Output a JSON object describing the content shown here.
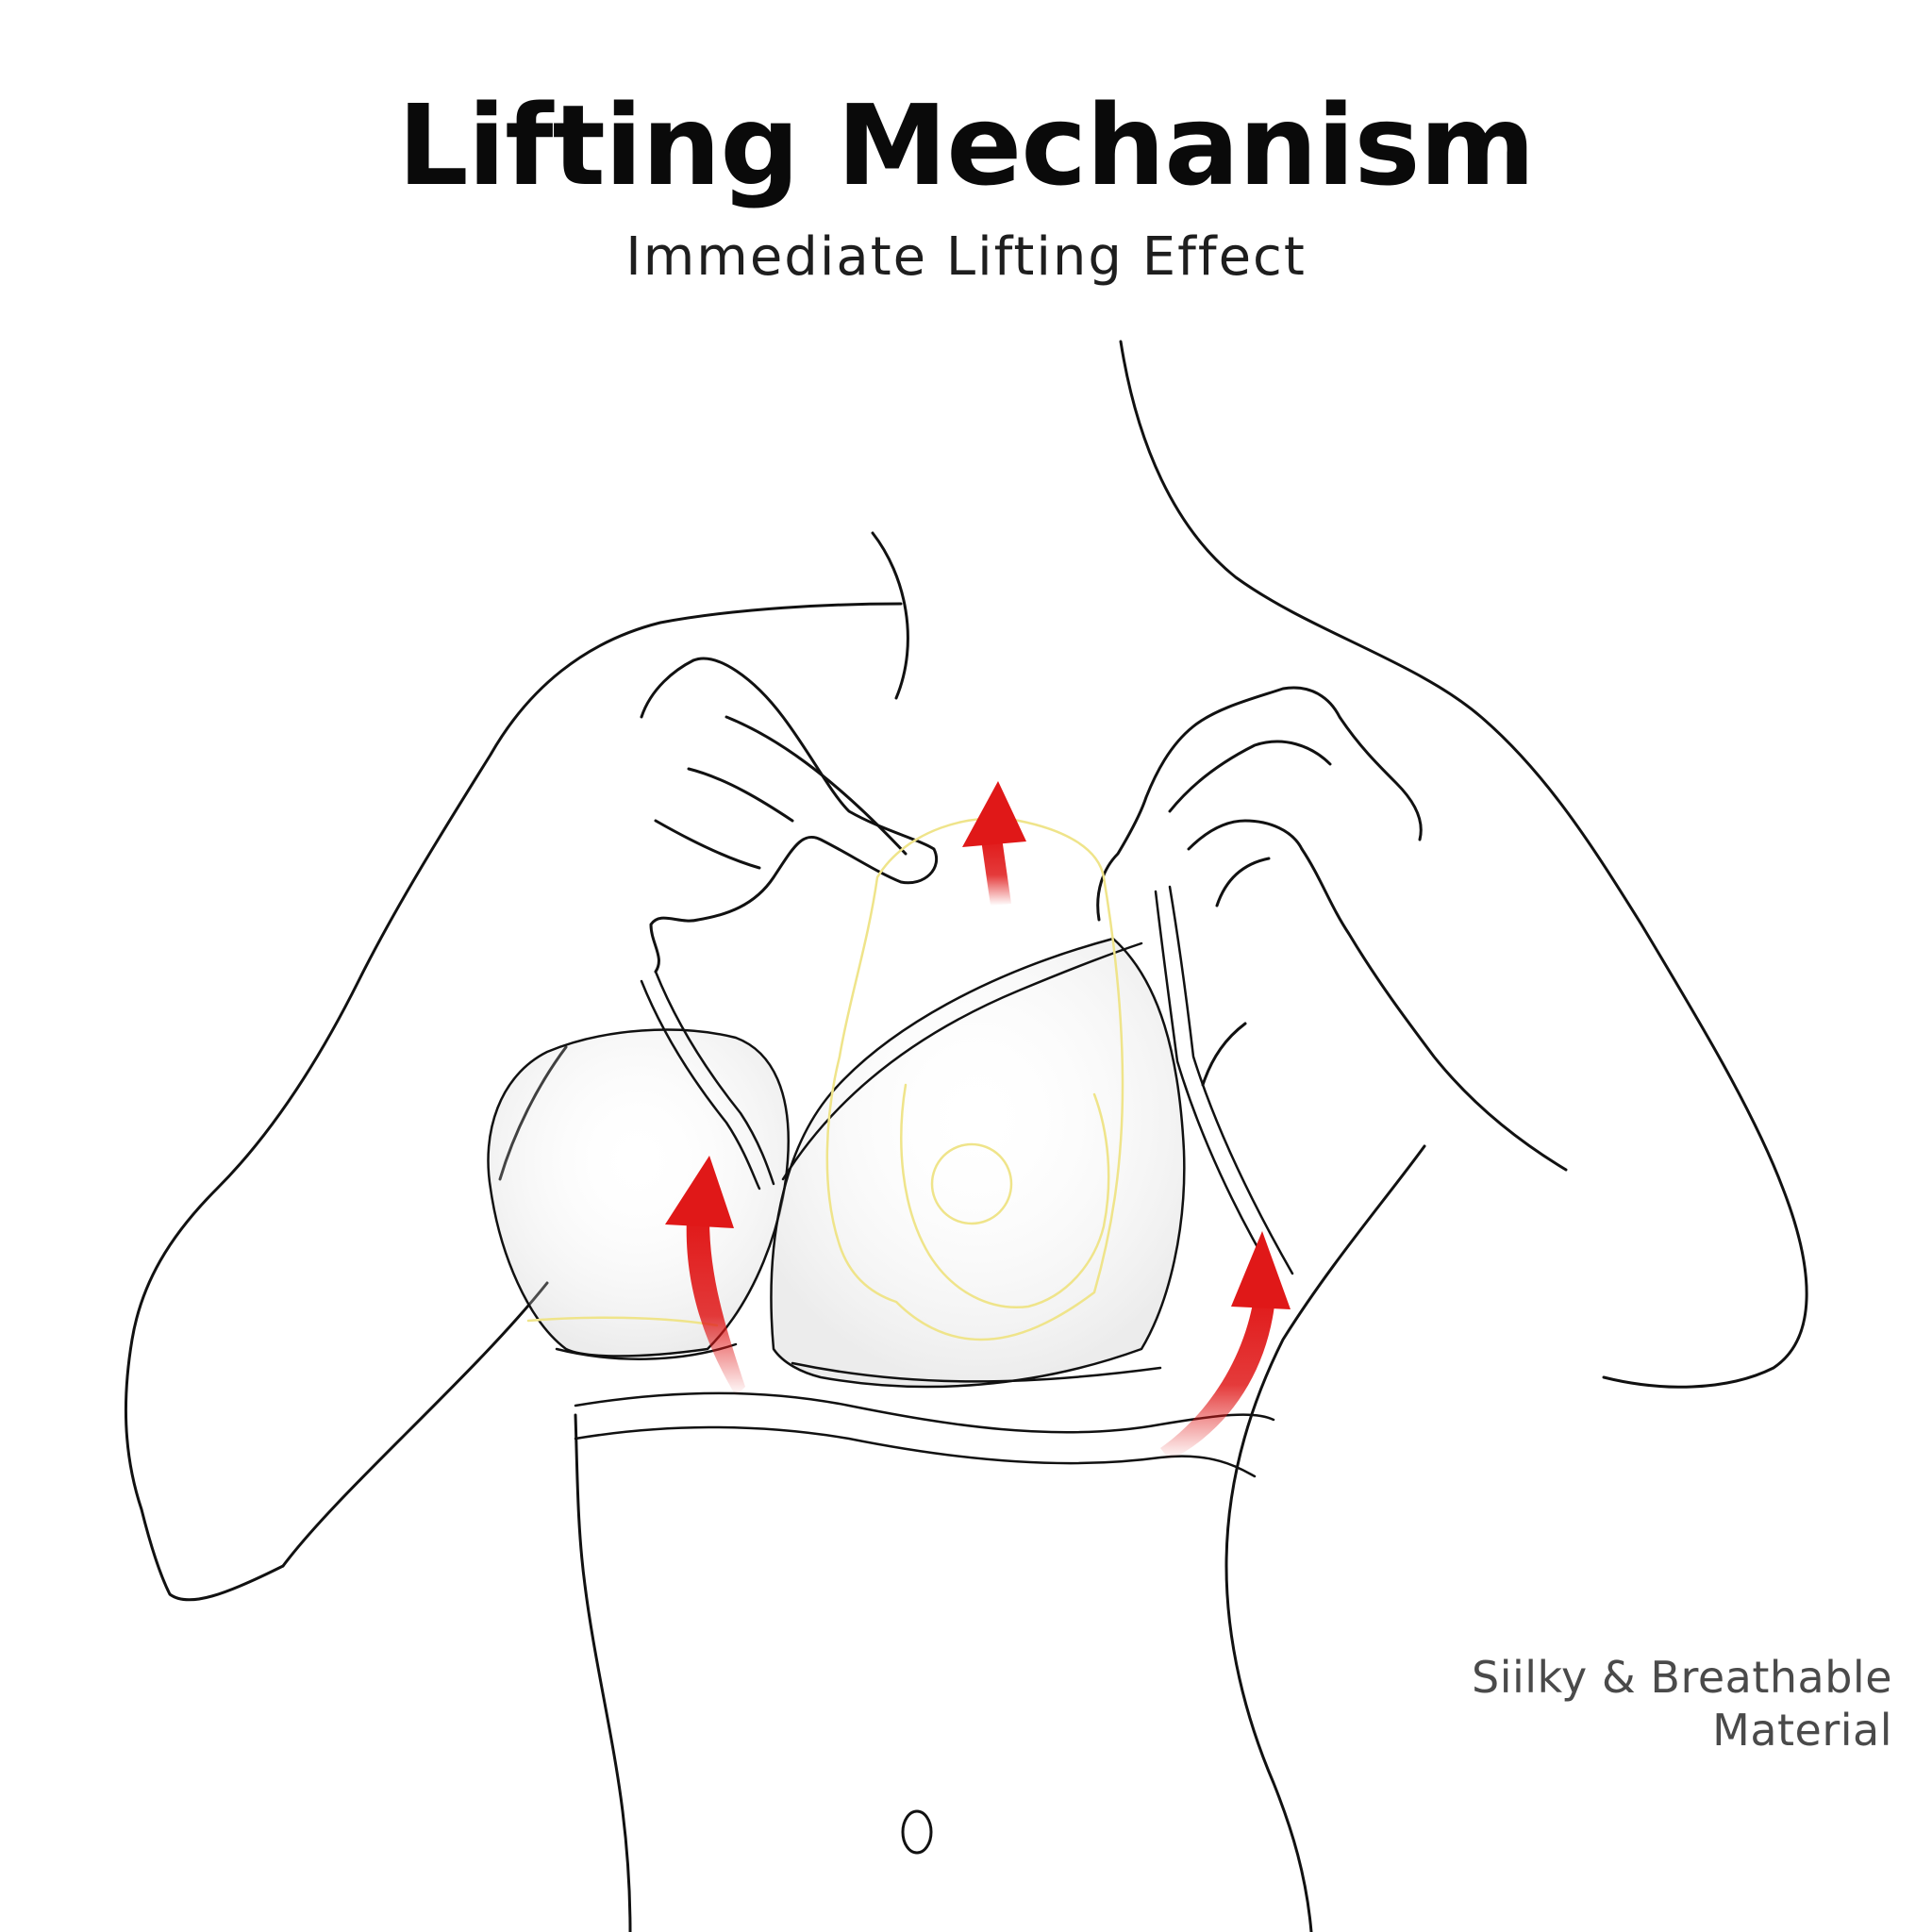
{
  "header": {
    "title": "Lifting Mechanism",
    "subtitle": "Immediate Lifting Effect"
  },
  "note": {
    "line1": "Siilky & Breathable",
    "line2": "Material"
  },
  "colors": {
    "line": "#111111",
    "arrow": "#e01818",
    "pad_outline": "#efe48a",
    "strap": "#6a6a6a",
    "note_text": "#4a4a4a"
  },
  "icons": {
    "arrow": "red-up-arrow-icon",
    "pad": "silicone-lift-pad-icon"
  }
}
